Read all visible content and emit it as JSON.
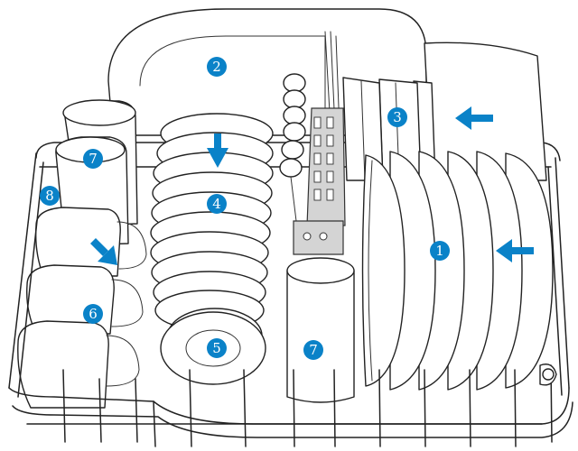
{
  "accent_color": "#0a82c8",
  "callouts": [
    {
      "id": "c2",
      "label": "2",
      "item": "platter"
    },
    {
      "id": "c3",
      "label": "3",
      "item": "small-plates"
    },
    {
      "id": "c4",
      "label": "4",
      "item": "bowls"
    },
    {
      "id": "c5",
      "label": "5",
      "item": "saucers"
    },
    {
      "id": "c1",
      "label": "1",
      "item": "large-plates"
    },
    {
      "id": "c6",
      "label": "6",
      "item": "mugs"
    },
    {
      "id": "c7a",
      "label": "7",
      "item": "glasses"
    },
    {
      "id": "c7b",
      "label": "7",
      "item": "glass"
    },
    {
      "id": "c8",
      "label": "8",
      "item": "cups"
    }
  ],
  "arrows": [
    {
      "id": "arrow-down",
      "direction": "down"
    },
    {
      "id": "arrow-left-upper",
      "direction": "left"
    },
    {
      "id": "arrow-left-lower",
      "direction": "left"
    },
    {
      "id": "arrow-diagonal",
      "direction": "down-right"
    }
  ]
}
